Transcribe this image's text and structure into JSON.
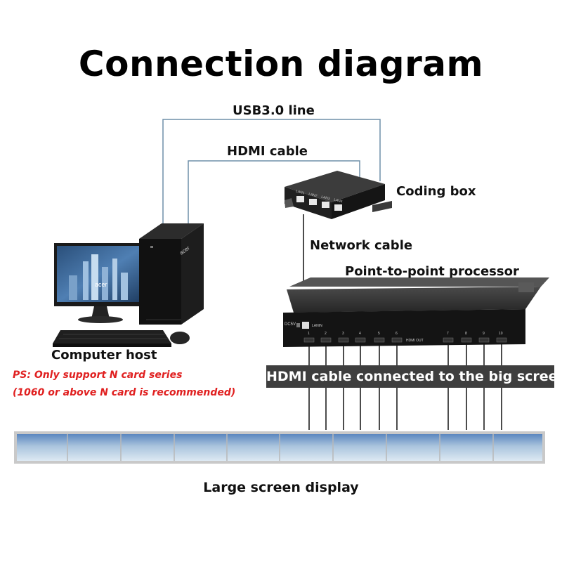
{
  "title": "Connection diagram",
  "labels": {
    "usb": "USB3.0 line",
    "hdmi": "HDMI cable",
    "coding_box": "Coding box",
    "network": "Network cable",
    "processor": "Point-to-point processor",
    "computer": "Computer host",
    "screen": "Large screen display"
  },
  "notes": {
    "line1": "PS: Only support N card series",
    "line2": "(1060 or above N card is recommended)"
  },
  "banner": "HDMI cable connected to the big screen",
  "device_text": {
    "monitor_brand": "acer",
    "tower_brand": "acer",
    "port_labels": [
      "LAN1",
      "LAN2",
      "LAN3",
      "LAN4"
    ],
    "hdmi_out": "HDMI OUT",
    "lan": "LANIN",
    "dc": "DC5V",
    "hdmi_ports": [
      "1",
      "2",
      "3",
      "4",
      "5",
      "6",
      "7",
      "8",
      "9",
      "10"
    ]
  },
  "colors": {
    "accent_red": "#e02020",
    "banner_bg": "#3e3e3e",
    "cable_line": "#6f8fa8"
  }
}
